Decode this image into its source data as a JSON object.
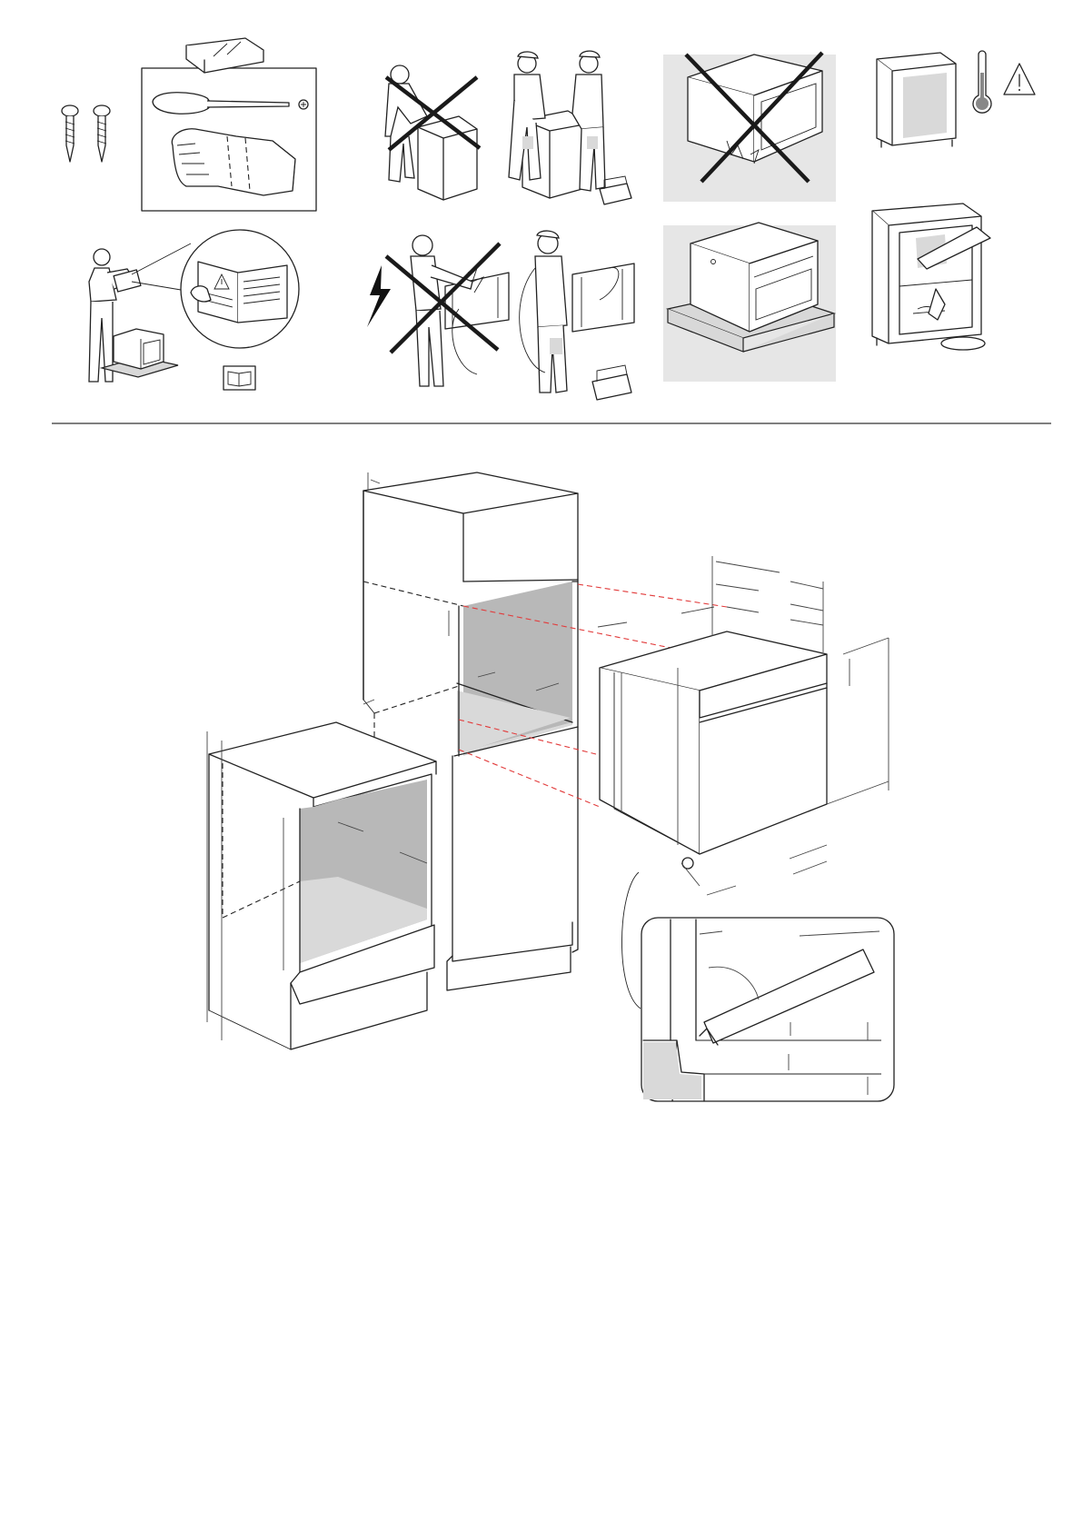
{
  "panels": [
    {
      "id": "tools",
      "icons": [
        "screws-icon",
        "toolbox-icon",
        "screwdriver-icon",
        "gloves-icon"
      ]
    },
    {
      "id": "read-manual",
      "icons": [
        "person-reading-icon",
        "manual-book-icon",
        "warning-icon"
      ]
    },
    {
      "id": "two-person-lift",
      "icons": [
        "no-single-lift-icon",
        "two-workers-icon"
      ]
    },
    {
      "id": "electrical",
      "icons": [
        "lightning-icon",
        "electric-shock-icon",
        "electrician-icon"
      ]
    },
    {
      "id": "oven-handling",
      "icons": [
        "no-door-lift-icon",
        "oven-on-base-icon"
      ]
    },
    {
      "id": "cabinet-check",
      "icons": [
        "cabinet-icon",
        "thermometer-icon",
        "warning-icon",
        "cleaning-icon"
      ]
    }
  ],
  "colors": {
    "line": "#222222",
    "cavity": "#b8b8b8",
    "cavity_floor": "#d9d9d9",
    "alignment": "#e23b3b"
  }
}
